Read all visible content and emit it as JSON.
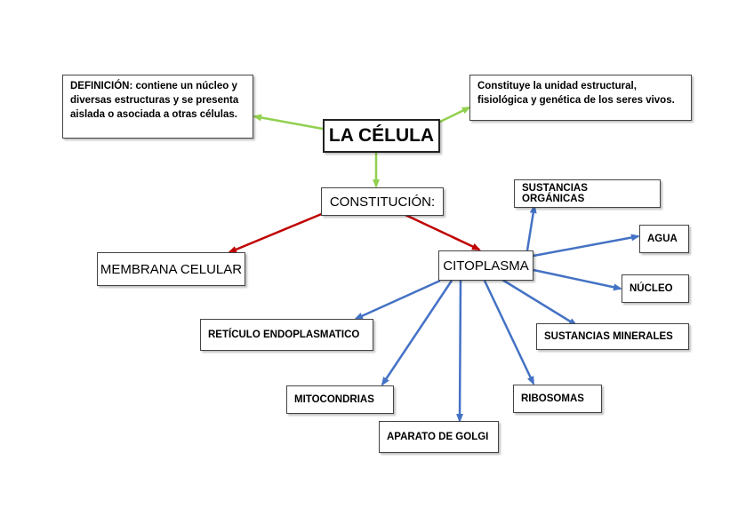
{
  "colors": {
    "green": "#92d050",
    "red": "#c00000",
    "blue": "#4472c4"
  },
  "nodes": {
    "title": "LA CÉLULA",
    "definition": "DEFINICIÓN: contiene un núcleo y diversas estructuras y se presenta aislada o asociada a otras células.",
    "description": "Constituye la unidad estructural, fisiológica y genética de los seres vivos.",
    "constitucion": "CONSTITUCIÓN:",
    "membrana": "MEMBRANA CELULAR",
    "citoplasma": "CITOPLASMA",
    "sustancias_organicas": "SUSTANCIAS ORGÁNICAS",
    "agua": "AGUA",
    "nucleo": "NÚCLEO",
    "sustancias_minerales": "SUSTANCIAS MINERALES",
    "reticulo": "RETÍCULO ENDOPLASMATICO",
    "mitocondrias": "MITOCONDRIAS",
    "aparato_golgi": "APARATO DE GOLGI",
    "ribosomas": "RIBOSOMAS"
  }
}
